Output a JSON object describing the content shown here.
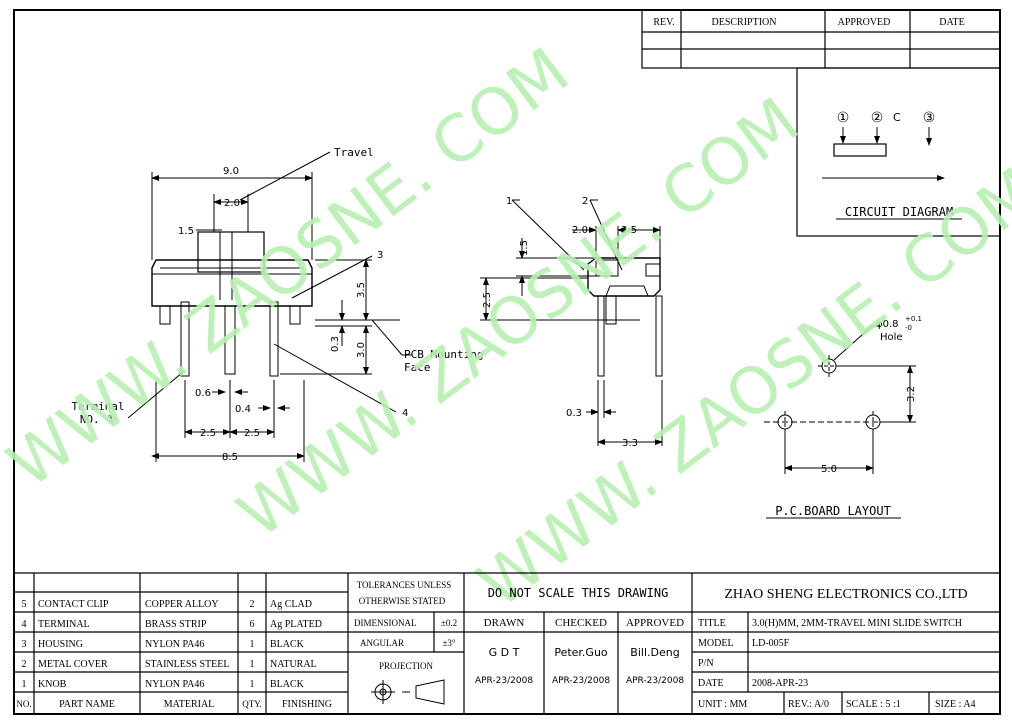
{
  "revision_table": {
    "rev_label": "REV.",
    "description_label": "DESCRIPTION",
    "approved_label": "APPROVED",
    "date_label": "DATE"
  },
  "circuit": {
    "title": "CIRCUIT DIAGRAM",
    "pin1": "①",
    "pin2": "②",
    "pin2_suffix": "C",
    "pin3": "③"
  },
  "watermark": "WWW. ZAOSNE. COM",
  "side_view": {
    "dim_width_top": "9.0",
    "dim_knob": "2.0",
    "dim_15": "1.5",
    "label_travel": "Travel",
    "callout_3": "3",
    "dim_height": "3.5",
    "dim_pcb": "3.0",
    "dim_03": "0.3",
    "label_pcb1": "PCB Mounting",
    "label_pcb2": "Face",
    "dim_06": "0.6",
    "dim_04": "0.4",
    "callout_4": "4",
    "terminal_label1": "Terminal",
    "terminal_label2": "NO. ①",
    "dim_pitch1": "2.5",
    "dim_pitch2": "2.5",
    "dim_width_bottom": "8.5"
  },
  "end_view": {
    "callout_1": "1",
    "callout_2": "2",
    "dim_20": "2.0",
    "dim_35": "3.5",
    "dim_15": "1.5",
    "dim_25": "2.5",
    "dim_03": "0.3",
    "dim_33": "3.3"
  },
  "pcb_layout": {
    "hole_label": "φ0.8",
    "hole_tol_plus": "+0.1",
    "hole_tol_minus": "-0",
    "hole_word": "Hole",
    "dim_32": "3.2",
    "dim_50": "5.0",
    "title": "P.C.BOARD LAYOUT"
  },
  "parts_list": {
    "rows": [
      {
        "no": "5",
        "name": "CONTACT CLIP",
        "material": "COPPER ALLOY",
        "qty": "2",
        "finishing": "Ag CLAD"
      },
      {
        "no": "4",
        "name": "TERMINAL",
        "material": "BRASS STRIP",
        "qty": "6",
        "finishing": "Ag PLATED"
      },
      {
        "no": "3",
        "name": "HOUSING",
        "material": "NYLON PA46",
        "qty": "1",
        "finishing": "BLACK"
      },
      {
        "no": "2",
        "name": "METAL COVER",
        "material": "STAINLESS STEEL",
        "qty": "1",
        "finishing": "NATURAL"
      },
      {
        "no": "1",
        "name": "KNOB",
        "material": "NYLON PA46",
        "qty": "1",
        "finishing": "BLACK"
      }
    ],
    "header": {
      "no": "NO.",
      "name": "PART NAME",
      "material": "MATERIAL",
      "qty": "QTY.",
      "finishing": "FINISHING"
    }
  },
  "tolerances": {
    "title1": "TOLERANCES UNLESS",
    "title2": "OTHERWISE STATED",
    "dimensional": "DIMENSIONAL",
    "dimensional_val": "±0.2",
    "angular": "ANGULAR",
    "angular_val": "±3°",
    "projection": "PROJECTION"
  },
  "approval": {
    "notice": "DO NOT SCALE THIS DRAWING",
    "drawn": "DRAWN",
    "checked": "CHECKED",
    "approved": "APPROVED",
    "drawn_by": "G D T",
    "checked_by": "Peter.Guo",
    "approved_by": "Bill.Deng",
    "drawn_date": "APR-23/2008",
    "checked_date": "APR-23/2008",
    "approved_date": "APR-23/2008"
  },
  "title_block": {
    "company": "ZHAO SHENG ELECTRONICS CO.,LTD",
    "title_label": "TITLE",
    "title": "3.0(H)MM, 2MM-TRAVEL MINI SLIDE SWITCH",
    "model_label": "MODEL",
    "model": "LD-005F",
    "pn_label": "P/N",
    "pn": "",
    "date_label": "DATE",
    "date": "2008-APR-23",
    "unit": "UNIT : MM",
    "rev": "REV.: A/0",
    "scale": "SCALE :  5 :1",
    "size": "SIZE : A4"
  }
}
